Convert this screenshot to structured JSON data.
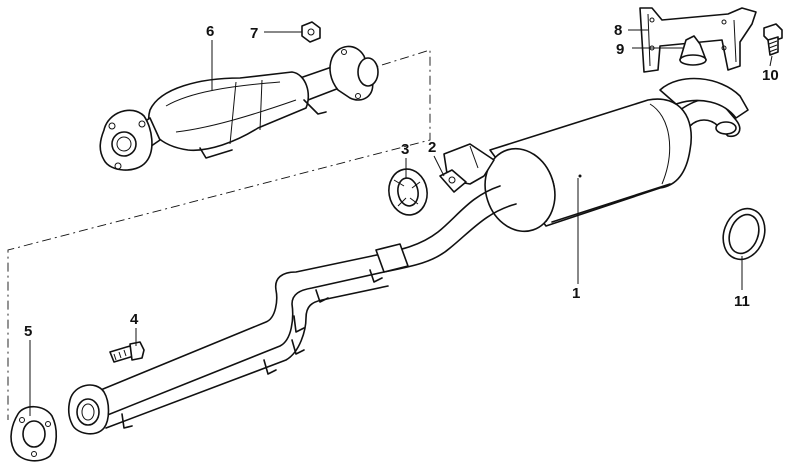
{
  "diagram": {
    "part_labels": [
      "1",
      "2",
      "3",
      "4",
      "5",
      "6",
      "7",
      "8",
      "9",
      "10",
      "11"
    ]
  }
}
